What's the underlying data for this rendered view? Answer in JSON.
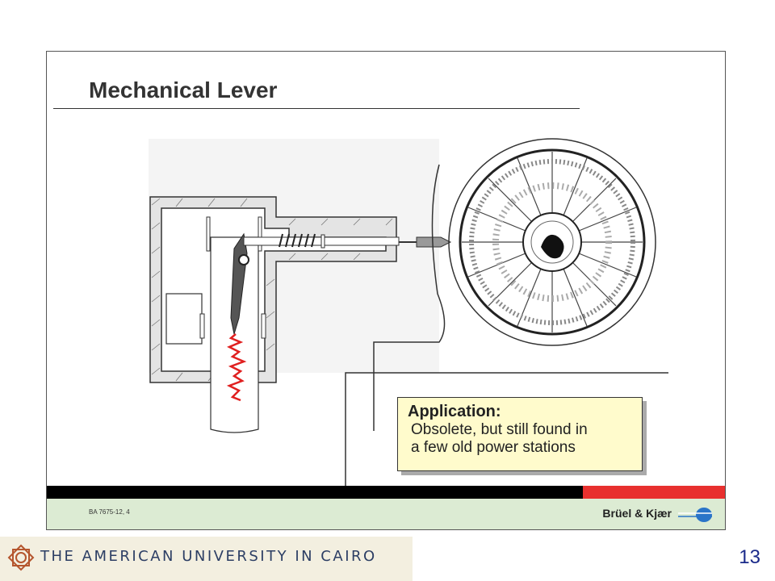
{
  "slide": {
    "title": "Mechanical Lever",
    "application_box": {
      "heading": "Application:",
      "lines": [
        "Obsolete, but still found in",
        "a few old power stations"
      ]
    },
    "footer": {
      "doc_code": "BA 7675-12, 4",
      "brand": "Brüel & Kjær"
    }
  },
  "banner": {
    "institution": "THE AMERICAN UNIVERSITY IN CAIRO"
  },
  "page_number": "13",
  "colors": {
    "red_bar": "#e8302e",
    "footer_band": "#dcebd3",
    "application_box_bg": "#fffbcc",
    "trace_red": "#e02020",
    "page_number": "#1a2a8a",
    "banner_text": "#2c3e64"
  },
  "icons": [
    "auc-logo-icon",
    "bk-logo-icon"
  ]
}
